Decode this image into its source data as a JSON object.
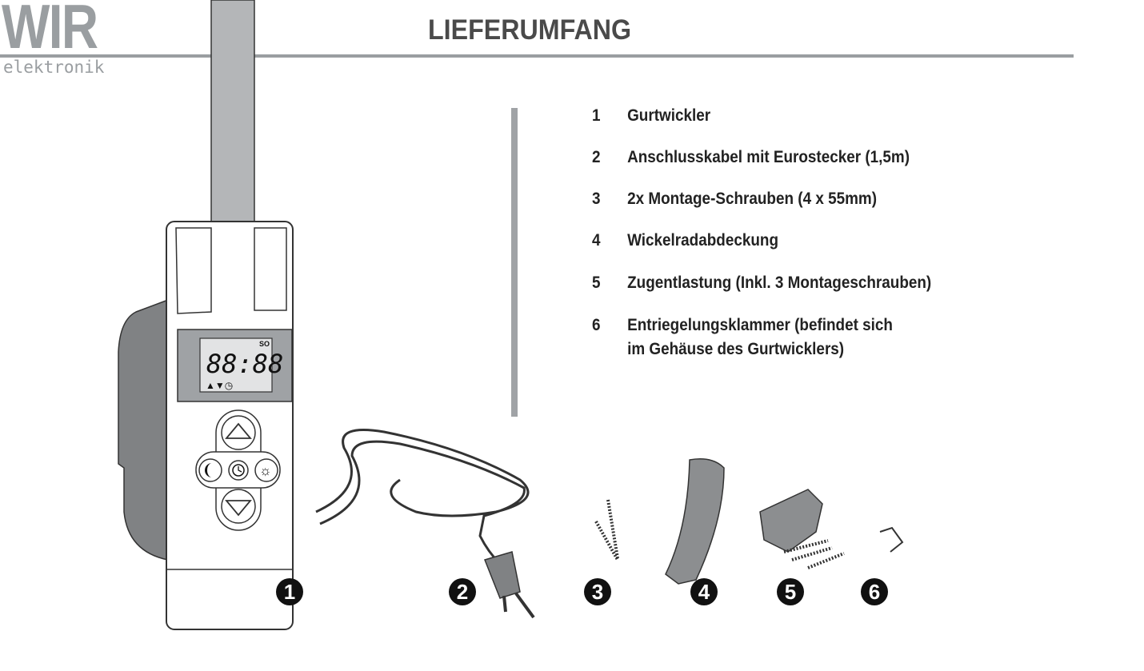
{
  "logo": {
    "brand": "WIR",
    "sub": "elektronik"
  },
  "title": "LIEFERUMFANG",
  "items": [
    {
      "num": "1",
      "lines": [
        "Gurtwickler"
      ]
    },
    {
      "num": "2",
      "lines": [
        "Anschlusskabel mit Eurostecker (1,5m)"
      ]
    },
    {
      "num": "3",
      "lines": [
        "2x Montage-Schrauben (4 x 55mm)"
      ]
    },
    {
      "num": "4",
      "lines": [
        "Wickelradabdeckung"
      ]
    },
    {
      "num": "5",
      "lines": [
        "Zugentlastung (Inkl. 3 Montageschrauben)"
      ]
    },
    {
      "num": "6",
      "lines": [
        "Entriegelungsklammer (befindet sich",
        "im Gehäuse des Gurtwicklers)"
      ]
    }
  ],
  "display": {
    "time": "88:88",
    "day": "SO"
  },
  "badges": [
    "1",
    "2",
    "3",
    "4",
    "5",
    "6"
  ],
  "colors": {
    "gray": "#9a9ea1",
    "text": "#222222"
  }
}
